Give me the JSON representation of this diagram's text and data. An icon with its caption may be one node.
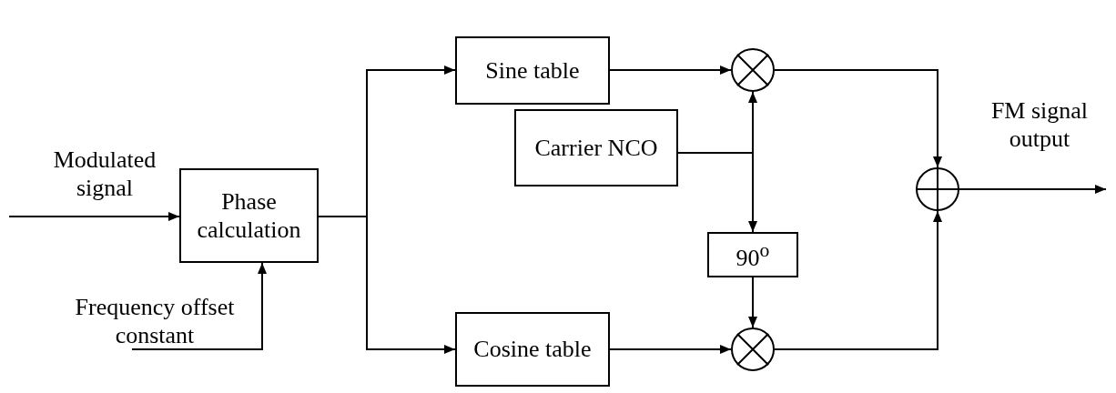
{
  "diagram": {
    "nodes": [
      {
        "text": [
          "Phase calculation"
        ]
      },
      {
        "text": [
          "Sine table"
        ]
      },
      {
        "text": [
          "Carrier NCO"
        ]
      },
      {
        "text": [
          "90$^{o}$"
        ]
      },
      {
        "text": [
          "Cosine table"
        ]
      },
      {
        "text": [],
        "shape": "circle"
      },
      {
        "text": [],
        "shape": "circle"
      },
      {
        "text": [],
        "shape": "circle"
      }
    ],
    "edges": [
      {
        "from": null,
        "to": 0,
        "arrow": "to",
        "label": "Modulated signal"
      },
      {
        "from": null,
        "to": 0,
        "arrow": "to",
        "label": "Frequency offset constant"
      },
      {
        "from": 0,
        "to": 1,
        "arrow": "to"
      },
      {
        "from": 0,
        "to": 4,
        "arrow": "to"
      },
      {
        "from": 1,
        "to": 5,
        "arrow": "to"
      },
      {
        "from": 4,
        "to": 6,
        "arrow": "to"
      },
      {
        "from": 2,
        "to": 5,
        "arrow": "to"
      },
      {
        "from": 2,
        "to": 3,
        "arrow": "to"
      },
      {
        "from": 3,
        "to": 6,
        "arrow": "to"
      },
      {
        "from": 5,
        "to": 7,
        "arrow": "to"
      },
      {
        "from": 6,
        "to": 7,
        "arrow": "to"
      },
      {
        "from": 7,
        "to": null,
        "arrow": "to",
        "label": "FM signal output"
      }
    ]
  }
}
